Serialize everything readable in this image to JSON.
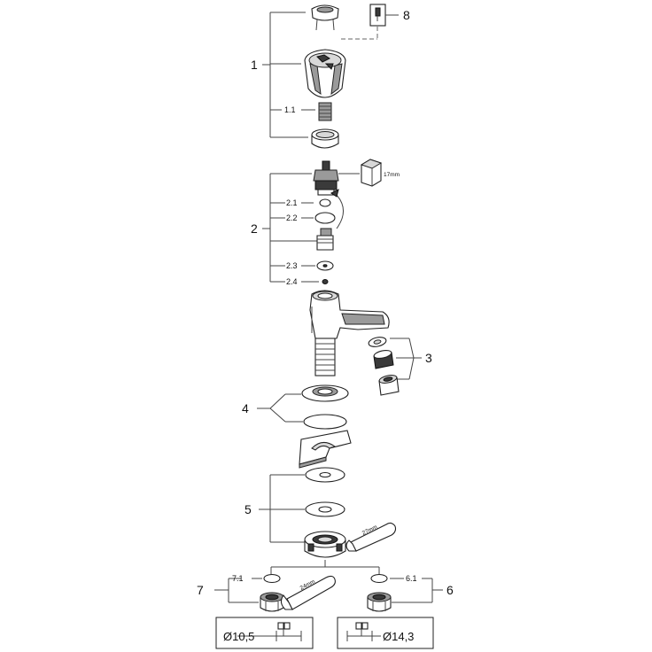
{
  "callouts": {
    "c1": "1",
    "c1_1": "1.1",
    "c2": "2",
    "c2_1": "2.1",
    "c2_2": "2.2",
    "c2_3": "2.3",
    "c2_4": "2.4",
    "c3": "3",
    "c4": "4",
    "c5": "5",
    "c6": "6",
    "c6_1": "6.1",
    "c7": "7",
    "c7_1": "7.1",
    "c8": "8"
  },
  "tools": {
    "wrench_17": "17mm",
    "wrench_27": "27mm",
    "wrench_24": "24mm"
  },
  "dimensions": {
    "left": "Ø10,5",
    "right": "Ø14,3"
  }
}
